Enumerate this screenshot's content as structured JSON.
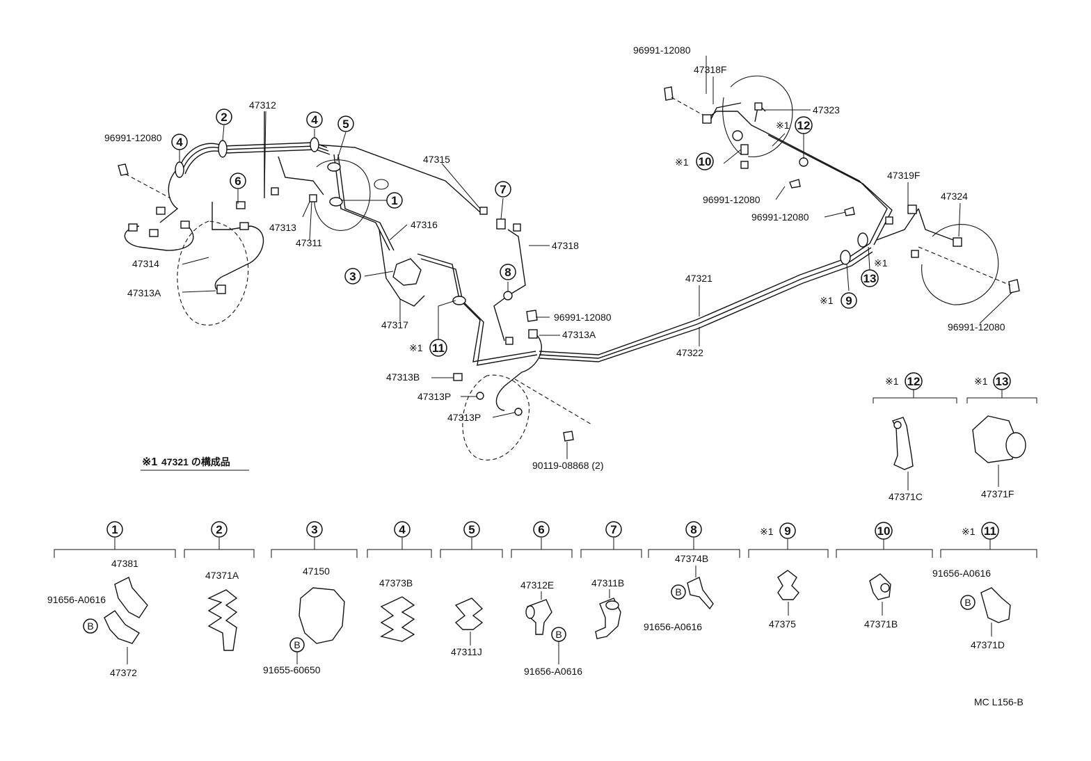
{
  "callouts": {
    "c1": "1",
    "c2": "2",
    "c3": "3",
    "c4a": "4",
    "c4b": "4",
    "c5": "5",
    "c6": "6",
    "c7": "7",
    "c8": "8",
    "c9": "9",
    "c10": "10",
    "c11": "11",
    "c12": "12",
    "c13": "13"
  },
  "labels": {
    "p96991_tl": "96991-12080",
    "p47312": "47312",
    "p47315": "47315",
    "p47313": "47313",
    "p47311": "47311",
    "p47314": "47314",
    "p47313A_l": "47313A",
    "p47316": "47316",
    "p47318": "47318",
    "p47317": "47317",
    "p96991_mid": "96991-12080",
    "p47313A_m": "47313A",
    "p47313B": "47313B",
    "p47313P_1": "47313P",
    "p47313P_2": "47313P",
    "p90119": "90119-08868 (2)",
    "p96991_tr": "96991-12080",
    "p47318F": "47318F",
    "p47323": "47323",
    "p96991_r1": "96991-12080",
    "p96991_r2": "96991-12080",
    "p47319F": "47319F",
    "p47324": "47324",
    "p47321": "47321",
    "p47322": "47322",
    "p96991_br": "96991-12080",
    "p47371C": "47371C",
    "p47371F": "47371F"
  },
  "marks": {
    "ast": "※1"
  },
  "note": {
    "prefix": "※1",
    "text": "47321 の構成品"
  },
  "kits": {
    "k1_a": "47381",
    "k1_b": "91656-A0616",
    "k1_c": "47372",
    "k2_a": "47371A",
    "k3_a": "47150",
    "k3_b": "91655-60650",
    "k4_a": "47373B",
    "k5_a": "47311J",
    "k6_a": "47312E",
    "k6_b": "91656-A0616",
    "k7_a": "47311B",
    "k8_a": "47374B",
    "k8_b": "91656-A0616",
    "k9_a": "47375",
    "k10_a": "47371B",
    "k11_a": "91656-A0616",
    "k11_b": "47371D"
  },
  "bolt_mark": "B",
  "ref_code": "MC L156-B"
}
